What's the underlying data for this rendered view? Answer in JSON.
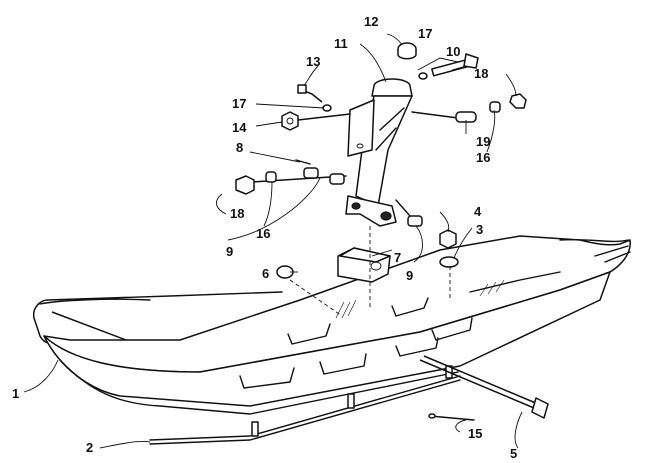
{
  "callouts": {
    "c1": "1",
    "c2": "2",
    "c3": "3",
    "c4": "4",
    "c5": "5",
    "c6": "6",
    "c7": "7",
    "c8": "8",
    "c9a": "9",
    "c9b": "9",
    "c10": "10",
    "c11": "11",
    "c12": "12",
    "c13": "13",
    "c14": "14",
    "c15": "15",
    "c16a": "16",
    "c16b": "16",
    "c17a": "17",
    "c17b": "17",
    "c18a": "18",
    "c18b": "18",
    "c19": "19"
  },
  "colors": {
    "ink": "#111111",
    "paper": "#ffffff"
  }
}
